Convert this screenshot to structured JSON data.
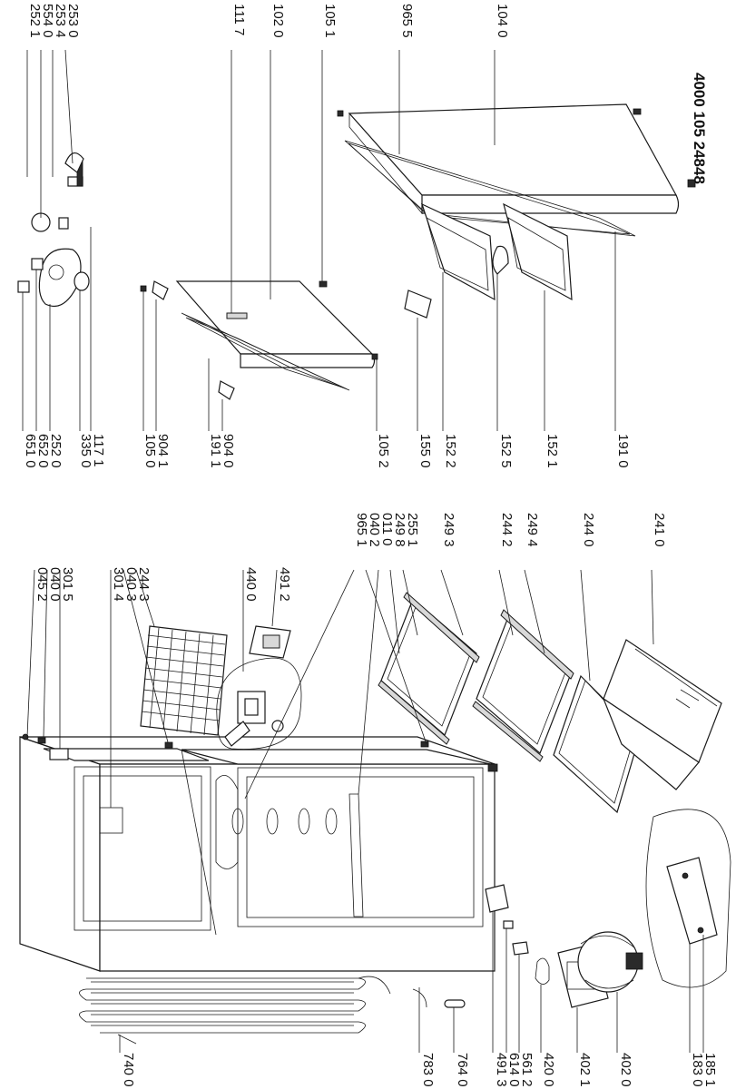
{
  "document_number": "4000 105 24848",
  "part_labels": [
    "045 2",
    "040 0",
    "301 5",
    "301 4",
    "040 3",
    "244 3",
    "440 0",
    "491 2",
    "965 1",
    "040 2",
    "011 0",
    "249 8",
    "255 1",
    "249 3",
    "244 2",
    "249 4",
    "244 0",
    "241 0",
    "740 0",
    "783 0",
    "764 0",
    "491 3",
    "614 0",
    "561 2",
    "420 0",
    "402 1",
    "402 0",
    "183 0",
    "185 1",
    "651 0",
    "652 0",
    "252 0",
    "335 0",
    "117 1",
    "105 0",
    "904 1",
    "191 1",
    "904 0",
    "105 2",
    "155 0",
    "152 2",
    "152 5",
    "152 1",
    "191 0",
    "252 1",
    "554 0",
    "253 4",
    "253 0",
    "111 7",
    "102 0",
    "105 1",
    "965 5",
    "104 0"
  ]
}
